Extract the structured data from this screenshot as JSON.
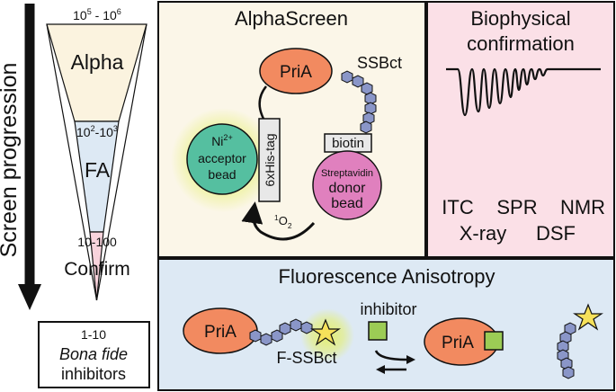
{
  "funnel": {
    "axis_label": "Screen progression",
    "stages": [
      {
        "name": "Alpha",
        "range_base": "10",
        "range_exp1": "5",
        "range_sep": " - ",
        "range_exp2": "6",
        "range_base2": "10"
      },
      {
        "name": "FA",
        "range_base": "10",
        "range_exp1": "2",
        "range_sep": "-",
        "range_exp2": "3",
        "range_base2": "10"
      },
      {
        "name": "Confirm",
        "range_text": "10-100"
      }
    ],
    "result": {
      "count": "1-10",
      "line1": "Bona fide",
      "line2": "inhibitors"
    }
  },
  "alphascreen": {
    "title": "AlphaScreen",
    "pria": "PriA",
    "ssbct": "SSBct",
    "tag": "6xHis-tag",
    "biotin": "biotin",
    "acceptor": {
      "line1_base": "Ni",
      "line1_sup": "2+",
      "line2": "acceptor",
      "line3": "bead"
    },
    "donor": {
      "line1": "Streptavidin",
      "line2": "donor",
      "line3": "bead"
    },
    "singlet_oxygen": {
      "pre": "1",
      "base": "O",
      "sub": "2"
    }
  },
  "biophysical": {
    "title_line1": "Biophysical",
    "title_line2": "confirmation",
    "methods_row1": [
      "ITC",
      "SPR",
      "NMR"
    ],
    "methods_row2": [
      "X-ray",
      "DSF"
    ]
  },
  "fa": {
    "title": "Fluorescence Anisotropy",
    "pria_left": "PriA",
    "pria_right": "PriA",
    "fssbct": "F-SSBct",
    "inhibitor": "inhibitor"
  },
  "colors": {
    "alpha_panel": "#fbf6e8",
    "bio_panel": "#fbe0e7",
    "fa_panel": "#dde9f4",
    "pria": "#f28a60",
    "acceptor": "#55bfa0",
    "donor": "#e080be",
    "bead_chain": "#8a96c8",
    "inhibitor": "#9ccc55",
    "glow": "#e4ef6a",
    "star": "#f6e15a",
    "funnel_alpha": "#fbf3df",
    "funnel_fa": "#dde9f4",
    "funnel_confirm": "#f8d3dc"
  }
}
